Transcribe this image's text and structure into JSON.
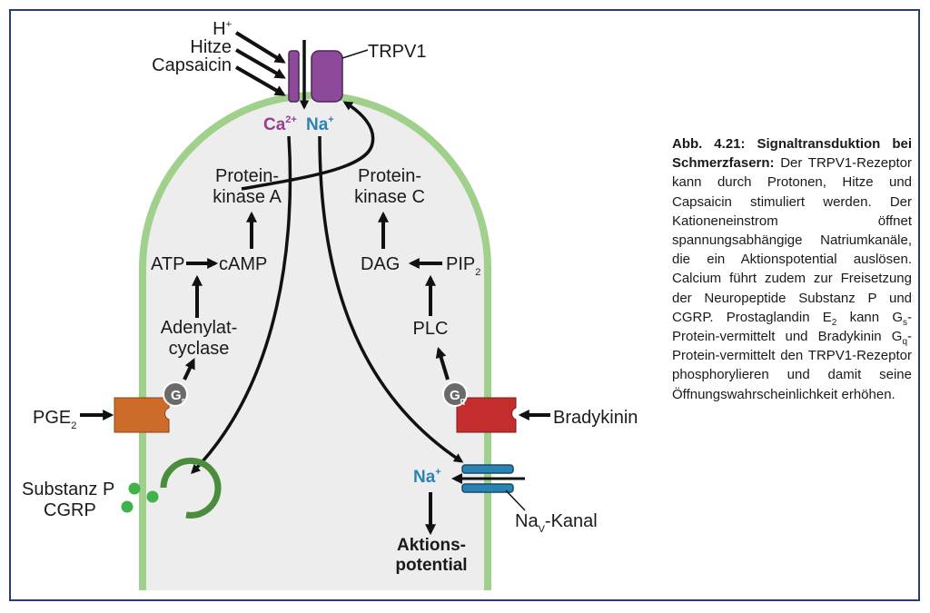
{
  "figure": {
    "stimuli": {
      "h": "H",
      "h_sup": "+",
      "heat": "Hitze",
      "capsaicin": "Capsaicin"
    },
    "receptor": "TRPV1",
    "ions": {
      "ca": "Ca",
      "ca_sup": "2+",
      "na": "Na",
      "na_sup": "+"
    },
    "pka": {
      "line1": "Protein-",
      "line2": "kinase A"
    },
    "pkc": {
      "line1": "Protein-",
      "line2": "kinase C"
    },
    "atp": "ATP",
    "camp": "cAMP",
    "dag": "DAG",
    "pip": "PIP",
    "pip_sub": "2",
    "adenylate": {
      "line1": "Adenylat-",
      "line2": "cyclase"
    },
    "plc": "PLC",
    "gs": "G",
    "gs_sub": "s",
    "gq": "G",
    "gq_sub": "q",
    "pge": "PGE",
    "pge_sub": "2",
    "bradykinin": "Bradykinin",
    "substanz_p": "Substanz P",
    "cgrp": "CGRP",
    "na_channel_ion": "Na",
    "na_channel_ion_sup": "+",
    "nav": "Na",
    "nav_sub": "V",
    "nav_rest": "-Kanal",
    "ap": {
      "line1": "Aktions-",
      "line2": "potential"
    }
  },
  "caption": {
    "title": "Abb. 4.21: Signaltransduktion bei Schmerzfasern:",
    "t1": " Der TRPV1-Rezeptor kann durch Protonen, Hitze und Capsaicin stimuliert werden. Der Kationeneinstrom öffnet spannungsabhängige Natriumkanäle, die ein Aktionspotential auslösen. Calcium führt zudem zur Freisetzung der Neuropeptide Substanz P und CGRP. Prostaglandin E",
    "s1": "2",
    "t2": " kann G",
    "s2": "s",
    "t3": "-Protein-vermittelt und Bradykinin G",
    "s3": "q",
    "t4": "-Protein-vermittelt den TRPV1-Rezeptor phosphorylieren und damit seine Öffnungswahrscheinlichkeit erhöhen."
  },
  "colors": {
    "frame": "#2c3c74",
    "membrane": "#9fd08c",
    "cell": "#ededed",
    "trpv1": "#8e4a9a",
    "calcium": "#9a3d92",
    "sodium": "#2a83b5",
    "pge_receptor": "#cd6c2a",
    "brady_receptor": "#c42d2d",
    "vesicle": "#4a8d3c",
    "neuropeptide": "#3fb34a",
    "g_protein": "#6a6a6a"
  }
}
